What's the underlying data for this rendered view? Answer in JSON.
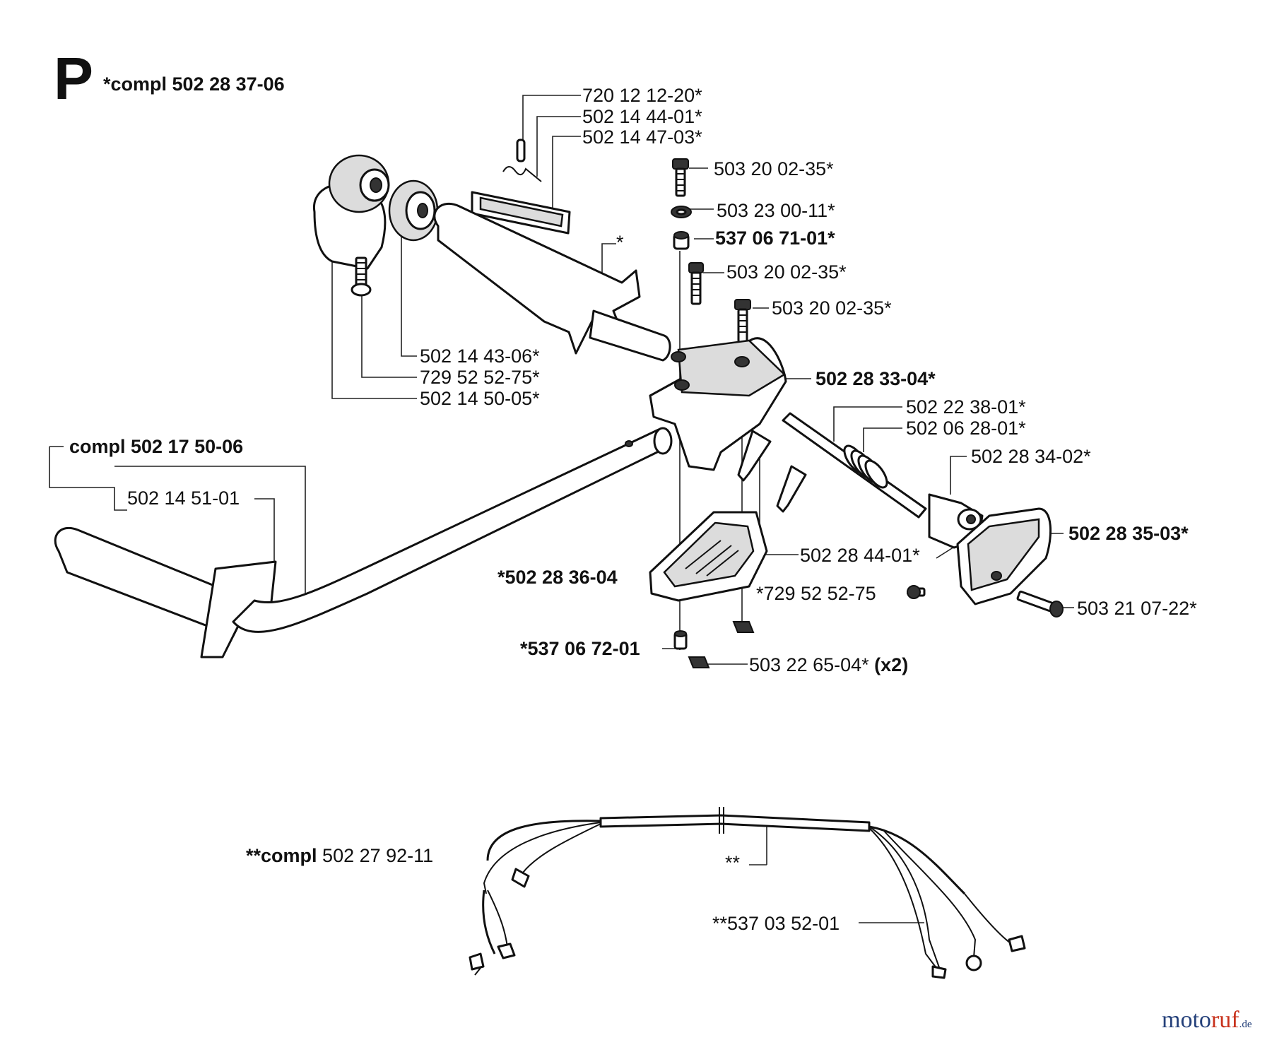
{
  "section_letter": "P",
  "assembly_label": "*compl 502 28 37-06",
  "parts": {
    "p720_12_12_20": "720 12 12-20*",
    "p502_14_44_01": "502 14 44-01*",
    "p502_14_47_03": "502 14 47-03*",
    "p503_20_02_35_a": "503 20 02-35*",
    "p503_23_00_11": "503 23 00-11*",
    "p537_06_71_01": "537 06 71-01*",
    "grip_star": "*",
    "p503_20_02_35_b": "503 20 02-35*",
    "p503_20_02_35_c": "503 20 02-35*",
    "p502_14_43_06": "502 14 43-06*",
    "p729_52_52_75": "729 52 52-75*",
    "p502_14_50_05": "502 14 50-05*",
    "p502_28_33_04": "502 28 33-04*",
    "p502_22_38_01": "502 22 38-01*",
    "p502_06_28_01": "502 06 28-01*",
    "compl_502_17_50_06": "compl 502 17 50-06",
    "p502_28_34_02": "502 28 34-02*",
    "p502_14_51_01": "502 14 51-01",
    "p502_28_35_03": "502 28 35-03*",
    "p502_28_44_01": "502 28 44-01*",
    "p502_28_36_04": "*502 28 36-04",
    "p729_52_52_75_b": "*729 52 52-75",
    "p503_21_07_22": "503 21 07-22*",
    "p537_06_72_01": "*537 06 72-01",
    "p503_22_65_04": "503 22 65-04*",
    "qty_x2": "(x2)",
    "wire_compl_prefix": "**compl",
    "wire_compl_number": "502 27 92-11",
    "wire_star": "**",
    "p537_03_52_01": "**537 03 52-01"
  },
  "watermark": {
    "part1": "moto",
    "part2": "ruf",
    "part3": ".de"
  }
}
